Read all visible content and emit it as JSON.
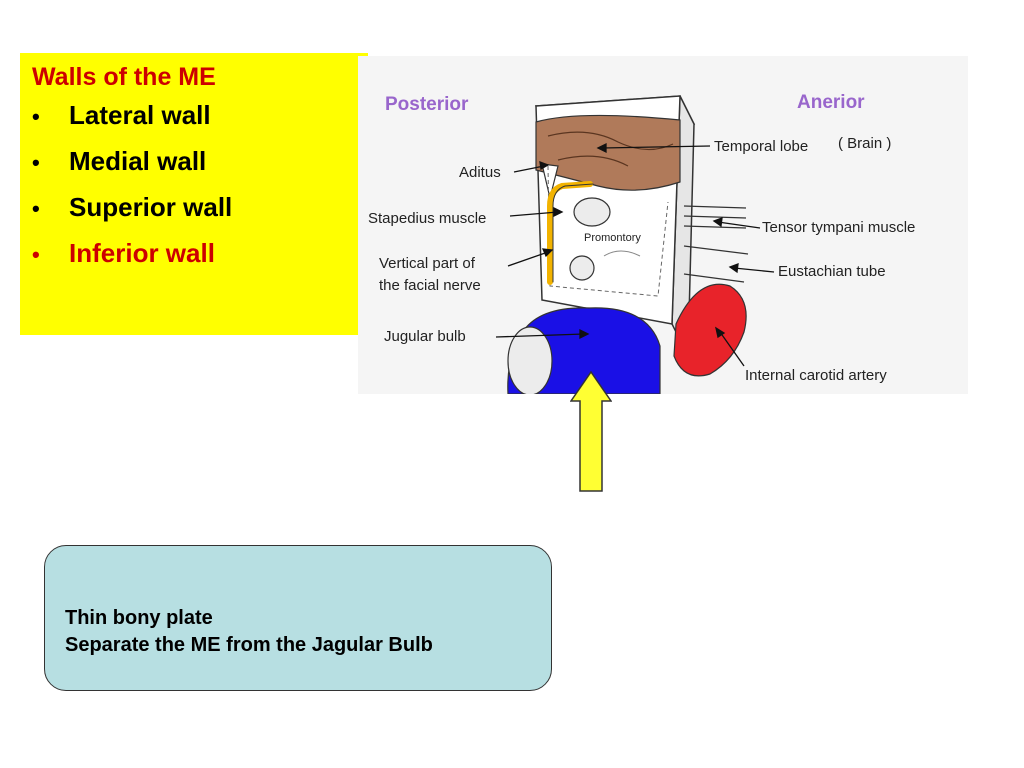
{
  "walls_box": {
    "heading": "Walls of the ME",
    "items": [
      {
        "bullet": "•",
        "label": "Lateral wall"
      },
      {
        "bullet": "•",
        "label": "Medial wall"
      },
      {
        "bullet": "•",
        "label": "Superior wall"
      },
      {
        "bullet": "•",
        "label": "Inferior wall"
      }
    ],
    "highlight_color": "#cc0000",
    "background_color": "#ffff00"
  },
  "diagram": {
    "orientation": {
      "left": "Posterior",
      "right": "Anerior"
    },
    "labels": {
      "aditus": "Aditus",
      "stapedius": "Stapedius  muscle",
      "facial_1": "Vertical  part  of",
      "facial_2": "the  facial  nerve",
      "jugular": "Jugular  bulb",
      "promontory": "Promontory",
      "temporal_lobe": "Temporal  lobe",
      "brain": "( Brain )",
      "tensor": "Tensor  tympani  muscle",
      "eustachian": "Eustachian  tube",
      "carotid": "Internal  carotid  artery"
    },
    "colors": {
      "jugular": "#1a10e6",
      "carotid": "#e8232a",
      "facial_nerve": "#f2b300",
      "temporal_lobe": "#b07a5a",
      "pointer_arrow": "#ffff33"
    }
  },
  "note": {
    "line1": "Thin bony plate",
    "line2": "Separate the ME from the Jagular Bulb"
  }
}
